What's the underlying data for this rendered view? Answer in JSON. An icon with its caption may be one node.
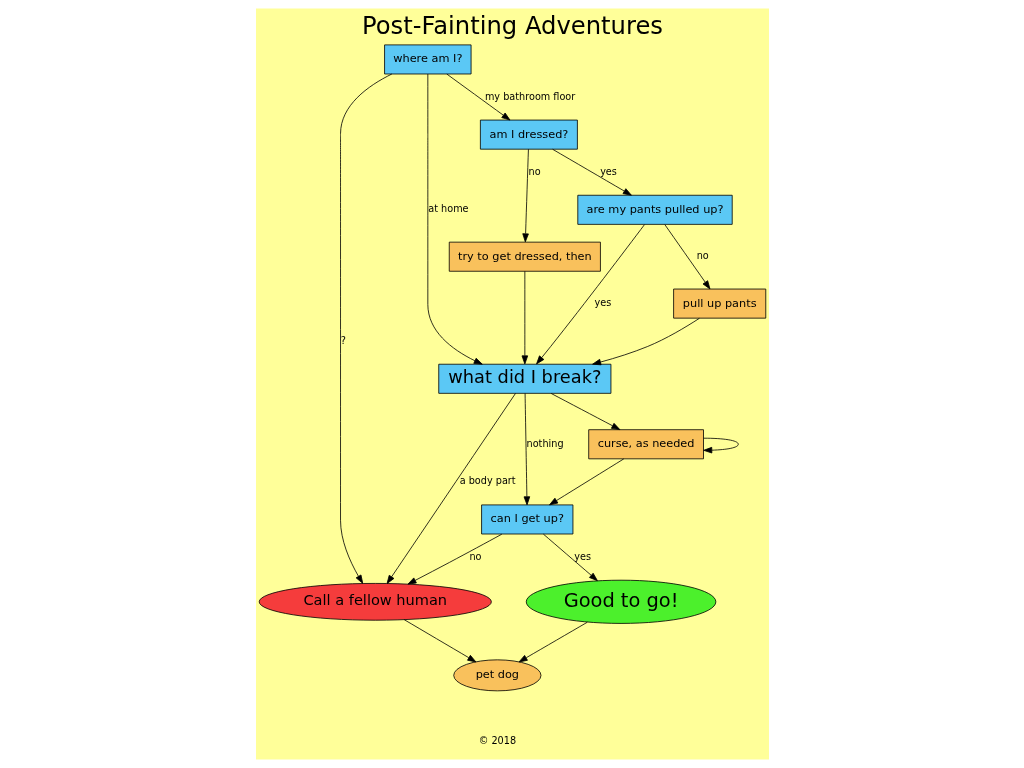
{
  "diagram": {
    "title": "Post-Fainting Adventures",
    "nodes": [
      {
        "text": [
          "where am I?"
        ]
      },
      {
        "text": [
          "am I dressed?"
        ]
      },
      {
        "text": [
          "try to get dressed, then"
        ]
      },
      {
        "text": [
          "are my pants pulled up?"
        ]
      },
      {
        "text": [
          "what did I break?"
        ]
      },
      {
        "text": [
          "pull up pants"
        ]
      },
      {
        "text": [
          "curse, as needed"
        ]
      },
      {
        "text": [
          "can I get up?"
        ]
      },
      {
        "text": [
          "Call a fellow human"
        ]
      },
      {
        "text": [
          "Good to go!"
        ]
      },
      {
        "text": [
          "pet dog"
        ]
      }
    ],
    "edges": [
      {
        "from": 0,
        "to": 1,
        "arrow": "to",
        "label": "my bathroom floor"
      },
      {
        "from": 0,
        "to": 4,
        "arrow": "to",
        "label": "at home"
      },
      {
        "from": 0,
        "to": 8,
        "arrow": "to",
        "label": "?"
      },
      {
        "from": 1,
        "to": 2,
        "arrow": "to",
        "label": "no"
      },
      {
        "from": 1,
        "to": 3,
        "arrow": "to",
        "label": "yes"
      },
      {
        "from": 3,
        "to": 4,
        "arrow": "to",
        "label": "yes"
      },
      {
        "from": 3,
        "to": 5,
        "arrow": "to",
        "label": "no"
      },
      {
        "from": 5,
        "to": 4,
        "arrow": "to"
      },
      {
        "from": 2,
        "to": 4,
        "arrow": "to"
      },
      {
        "from": 4,
        "to": 6,
        "arrow": "to"
      },
      {
        "from": 6,
        "to": 6,
        "arrow": "to"
      },
      {
        "from": 4,
        "to": 7,
        "arrow": "to",
        "label": "nothing"
      },
      {
        "from": 4,
        "to": 8,
        "arrow": "to",
        "label": "a body part"
      },
      {
        "from": 6,
        "to": 7,
        "arrow": "to"
      },
      {
        "from": 7,
        "to": 8,
        "arrow": "to",
        "label": "no"
      },
      {
        "from": 7,
        "to": 9,
        "arrow": "to",
        "label": "yes"
      },
      {
        "from": 8,
        "to": 10,
        "arrow": "to"
      },
      {
        "from": 9,
        "to": 10,
        "arrow": "to"
      }
    ],
    "labels": [
      "© 2018"
    ]
  }
}
